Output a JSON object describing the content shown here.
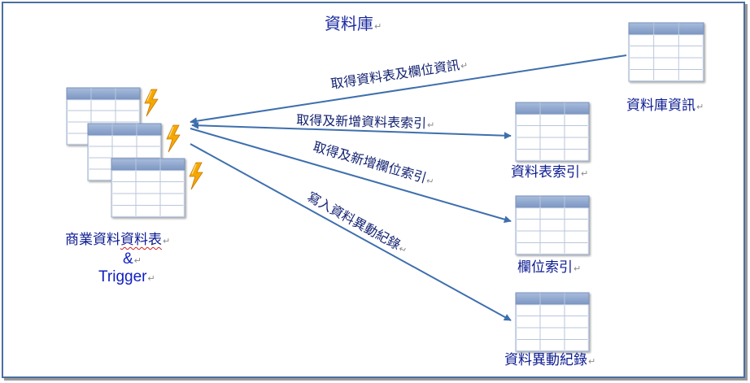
{
  "title": "資料庫",
  "source": {
    "line1_prefix": "商業資料",
    "line1_suffix": "資料表",
    "line2": "&",
    "line3": "Trigger"
  },
  "targets": {
    "db_info": "資料庫資訊",
    "table_index": "資料表索引",
    "column_index": "欄位索引",
    "change_log": "資料異動紀錄"
  },
  "edges": {
    "get_table_column_info": "取得資料表及欄位資訊",
    "get_add_table_index": "取得及新增資料表索引",
    "get_add_column_index": "取得及新增欄位索引",
    "write_change_log": "寫入資料異動紀錄"
  },
  "marks": {
    "paragraph": "↵"
  },
  "colors": {
    "text": "#0a1a90",
    "arrow": "#3e6fad",
    "table_header": "#8aa4cc",
    "table_body": "#ffffff",
    "table_grid": "#b9c6db",
    "lightning": "#f6a800"
  }
}
